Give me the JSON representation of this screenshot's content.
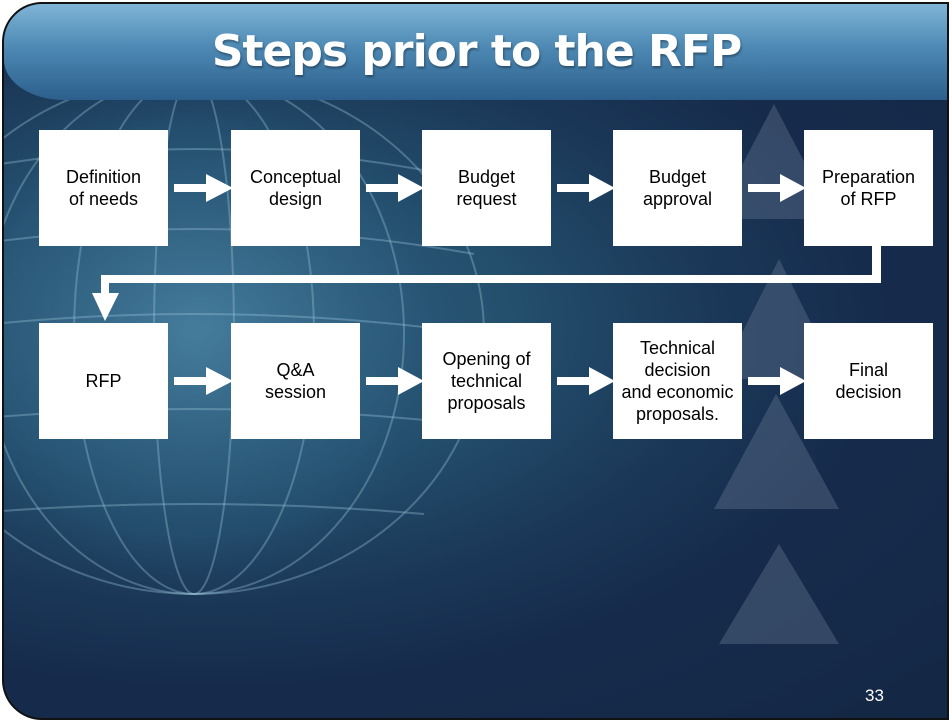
{
  "slide": {
    "title": "Steps prior to the RFP",
    "page_number": "33"
  },
  "flow": {
    "row1": [
      "Definition\nof needs",
      "Conceptual\ndesign",
      "Budget\nrequest",
      "Budget\napproval",
      "Preparation\nof RFP"
    ],
    "row2": [
      "RFP",
      "Q&A\nsession",
      "Opening of\ntechnical\nproposals",
      "Technical\ndecision\nand economic\nproposals.",
      "Final\ndecision"
    ]
  },
  "colors": {
    "background": "#162b4c",
    "title_band": "#4d89b4",
    "box": "#ffffff",
    "arrow": "#ffffff",
    "decor_triangle": "#4a5f7a"
  }
}
